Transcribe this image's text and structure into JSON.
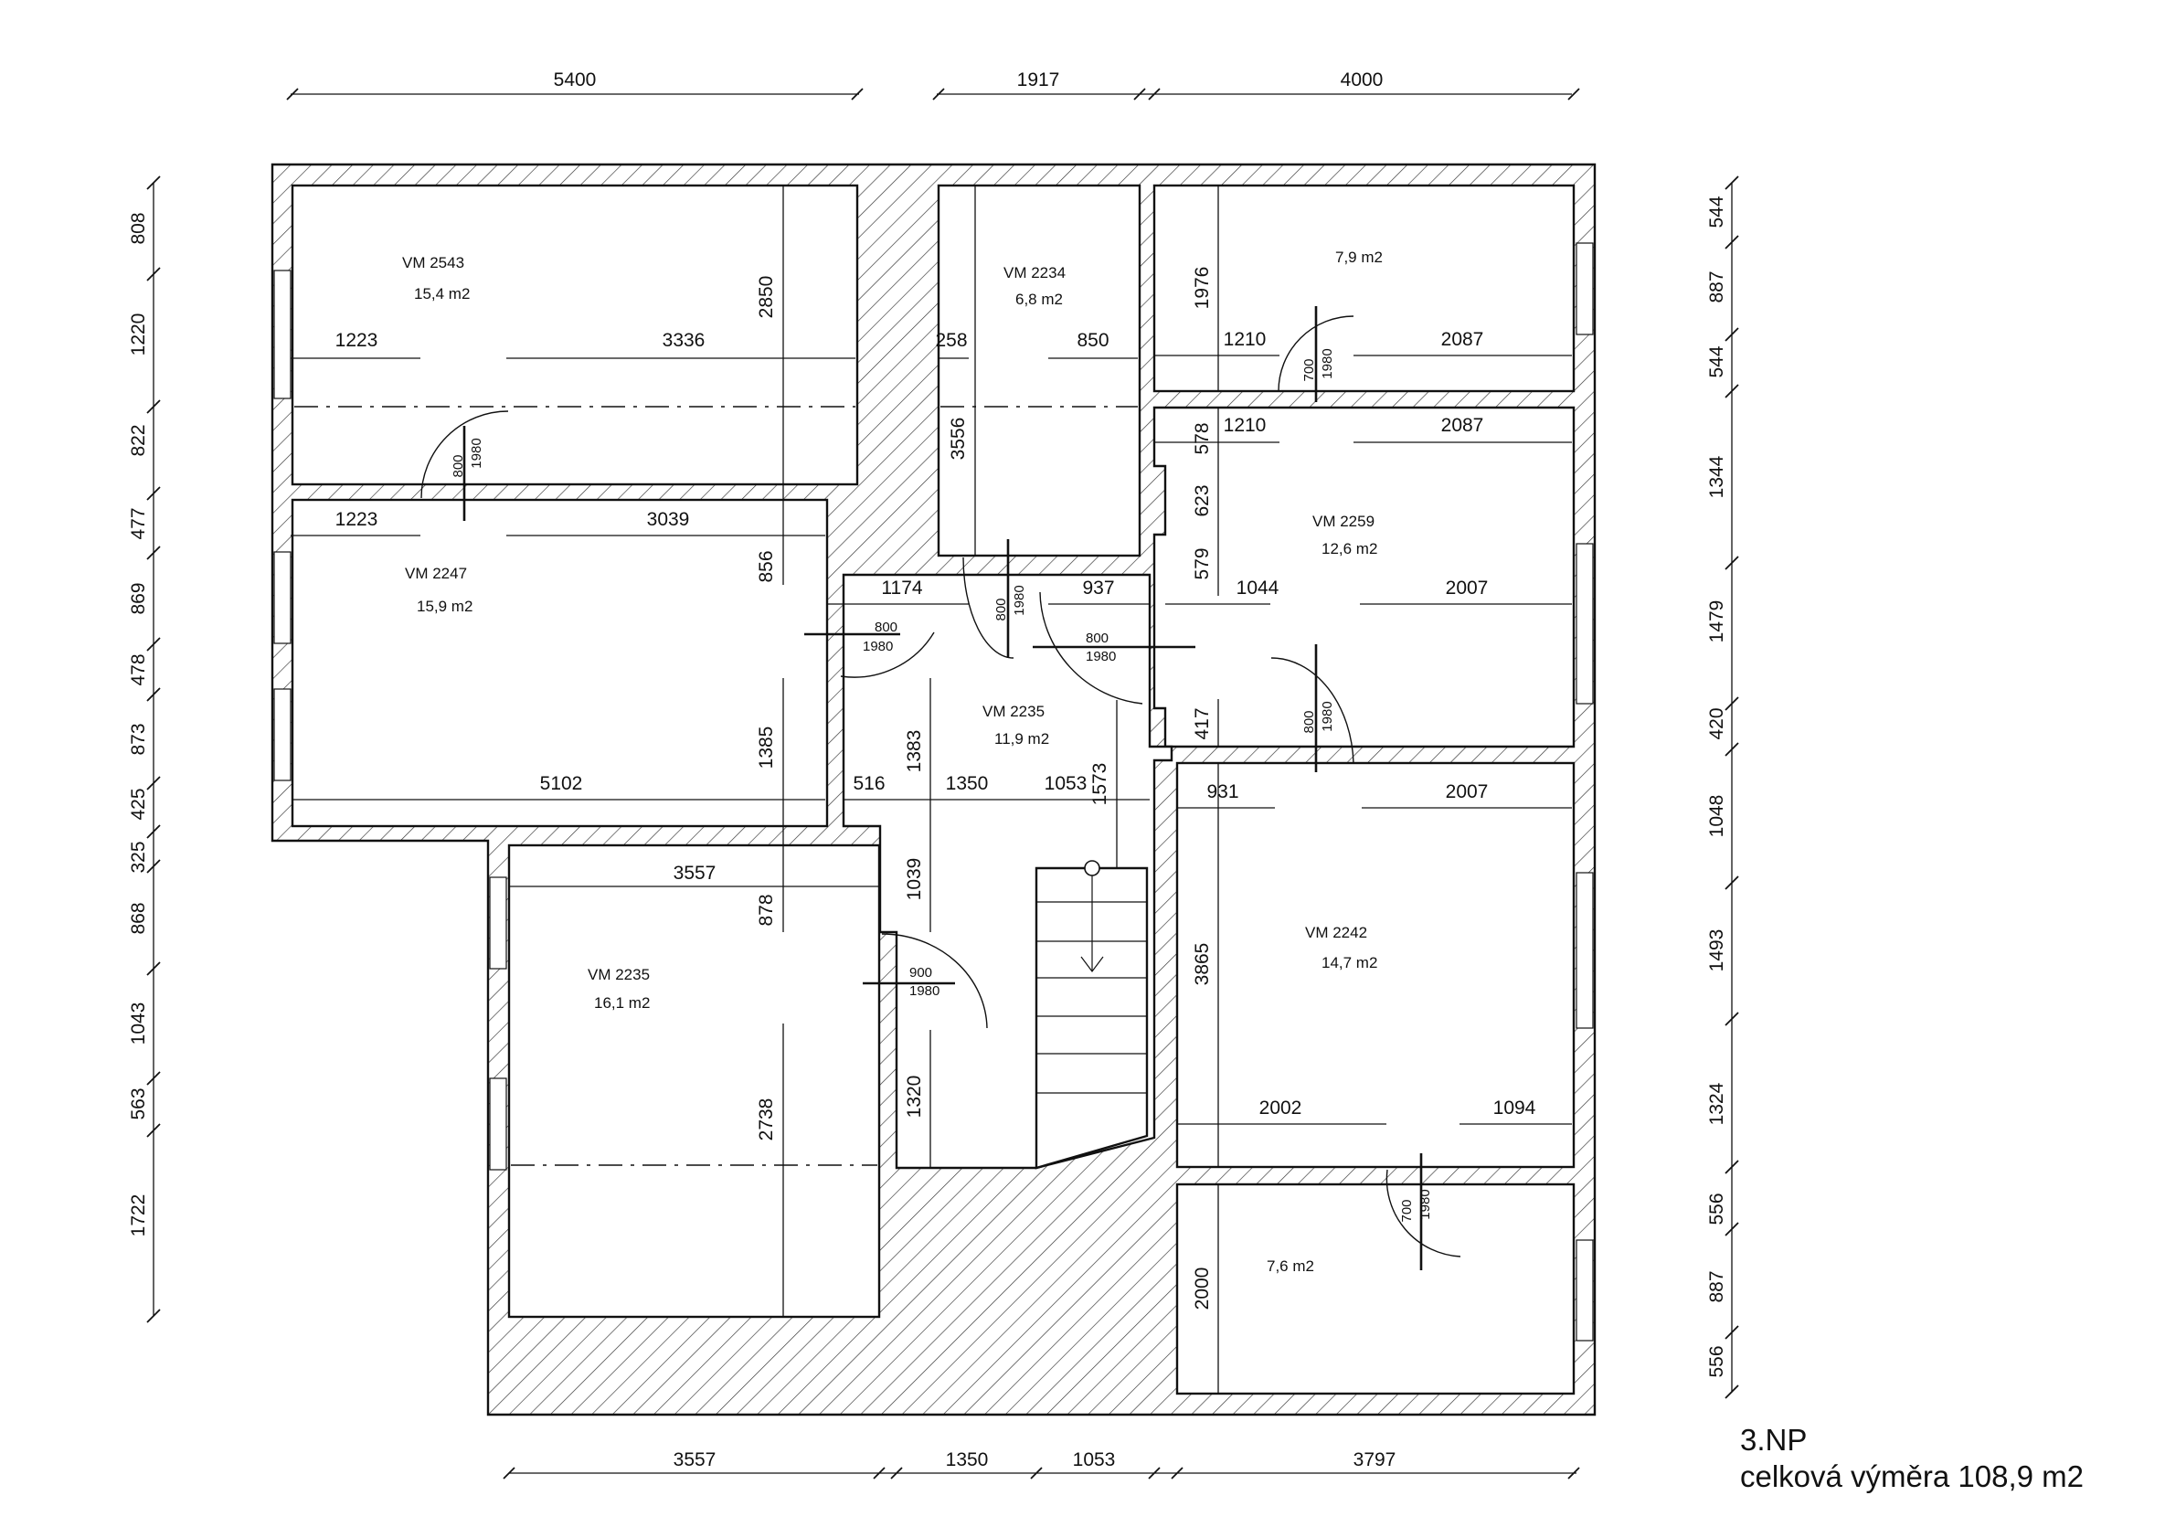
{
  "footer": {
    "floor": "3.NP",
    "total_area": "celková výměra 108,9 m2"
  },
  "top_dims": [
    "5400",
    "1917",
    "4000"
  ],
  "bottom_dims": [
    "3557",
    "1350",
    "1053",
    "3797"
  ],
  "left_dims": [
    "808",
    "1220",
    "822",
    "477",
    "869",
    "478",
    "873",
    "425",
    "325",
    "868",
    "1043",
    "563",
    "1722"
  ],
  "right_dims": [
    "544",
    "887",
    "544",
    "1344",
    "1479",
    "420",
    "1048",
    "1493",
    "1324",
    "556",
    "887",
    "556"
  ],
  "rooms": [
    {
      "name": "VM 2543",
      "area": "15,4 m2"
    },
    {
      "name": "VM 2234",
      "area": "6,8 m2"
    },
    {
      "name": "",
      "area": "7,9 m2"
    },
    {
      "name": "VM 2259",
      "area": "12,6 m2"
    },
    {
      "name": "VM 2247",
      "area": "15,9 m2"
    },
    {
      "name": "VM 2235",
      "area": "11,9 m2"
    },
    {
      "name": "VM 2242",
      "area": "14,7 m2"
    },
    {
      "name": "VM 2235",
      "area": "16,1 m2"
    },
    {
      "name": "",
      "area": "7,6 m2"
    }
  ],
  "inner_dims": {
    "h": [
      "1223",
      "3336",
      "258",
      "850",
      "1210",
      "2087",
      "1210",
      "2087",
      "1223",
      "3039",
      "1174",
      "937",
      "1044",
      "2007",
      "5102",
      "516",
      "1350",
      "1053",
      "931",
      "2007",
      "3557",
      "2002",
      "1094"
    ],
    "v": [
      "2850",
      "1976",
      "3556",
      "578",
      "623",
      "579",
      "856",
      "417",
      "1385",
      "1383",
      "1573",
      "878",
      "1039",
      "3865",
      "2738",
      "1320",
      "2000"
    ]
  },
  "doors": [
    {
      "w": "800",
      "h": "1980"
    },
    {
      "w": "700",
      "h": "1980"
    },
    {
      "w": "800",
      "h": "1980"
    },
    {
      "w": "800",
      "h": "1980"
    },
    {
      "w": "800",
      "h": "1980"
    },
    {
      "w": "800",
      "h": "1980"
    },
    {
      "w": "900",
      "h": "1980"
    },
    {
      "w": "700",
      "h": "1980"
    }
  ]
}
